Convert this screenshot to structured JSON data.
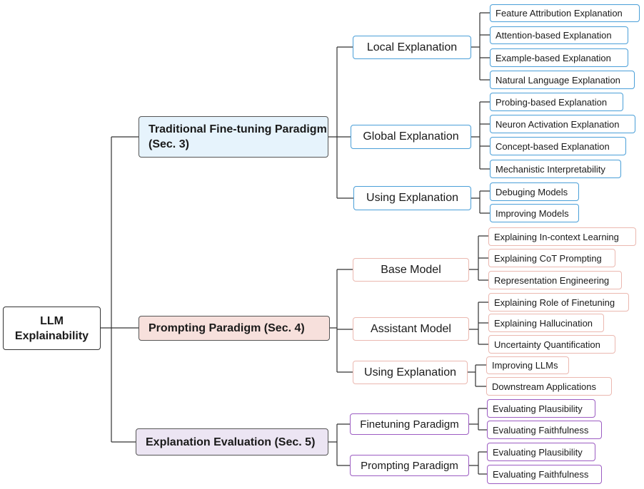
{
  "root": "LLM Explainability",
  "colors": {
    "blue_border": "#4a9fd8",
    "blue_fill": "#e6f3fc",
    "pink_border": "#ebb8b0",
    "pink_fill": "#f7e0dc",
    "purple_border": "#9c5cc2",
    "purple_fill": "#ece5f3",
    "line": "#333333"
  },
  "branches": [
    {
      "label": "Traditional Fine-tuning Paradigm (Sec. 3)",
      "groups": [
        {
          "label": "Local Explanation",
          "items": [
            "Feature Attribution Explanation",
            "Attention-based Explanation",
            "Example-based Explanation",
            "Natural Language Explanation"
          ]
        },
        {
          "label": "Global Explanation",
          "items": [
            "Probing-based Explanation",
            "Neuron Activation Explanation",
            "Concept-based Explanation",
            "Mechanistic Interpretability"
          ]
        },
        {
          "label": "Using Explanation",
          "items": [
            "Debuging Models",
            "Improving Models"
          ]
        }
      ]
    },
    {
      "label": "Prompting Paradigm (Sec. 4)",
      "groups": [
        {
          "label": "Base Model",
          "items": [
            "Explaining In-context Learning",
            "Explaining CoT Prompting",
            "Representation Engineering"
          ]
        },
        {
          "label": "Assistant Model",
          "items": [
            "Explaining Role of Finetuning",
            "Explaining Hallucination",
            "Uncertainty Quantification"
          ]
        },
        {
          "label": "Using Explanation",
          "items": [
            "Improving LLMs",
            "Downstream Applications"
          ]
        }
      ]
    },
    {
      "label": "Explanation Evaluation (Sec. 5)",
      "groups": [
        {
          "label": "Finetuning Paradigm",
          "items": [
            "Evaluating Plausibility",
            "Evaluating Faithfulness"
          ]
        },
        {
          "label": "Prompting Paradigm",
          "items": [
            "Evaluating Plausibility",
            "Evaluating Faithfulness"
          ]
        }
      ]
    }
  ]
}
